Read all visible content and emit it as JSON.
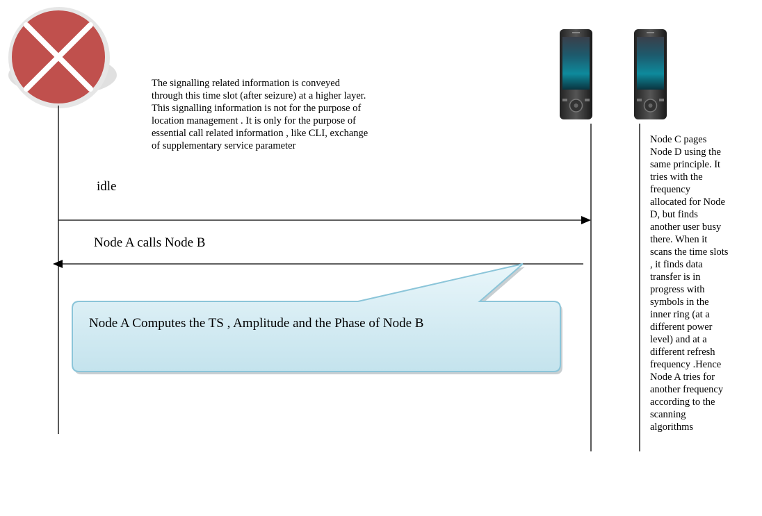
{
  "diagram": {
    "top_note": "The signalling related information is conveyed\nthrough this time slot (after seizure) at a higher layer.\nThis signalling information is not for the purpose of\nlocation management . It is only for the purpose of\nessential call related information , like CLI, exchange\nof supplementary service parameter",
    "idle_label": "idle",
    "call_label": "Node A calls Node B",
    "callout_label": "Node A Computes the TS , Amplitude and the Phase of Node B",
    "side_note": "Node C pages\nNode D using the\nsame principle. It\ntries with the\nfrequency\nallocated for Node\nD, but finds\nanother user busy\nthere. When it\nscans the time slots\n, it finds data\ntransfer is in\nprogress  with\nsymbols in the\ninner ring (at a\ndifferent power\nlevel) and at a\ndifferent refresh\nfrequency .Hence\nNode A tries for\nanother frequency\naccording to the\nscanning\nalgorithms"
  },
  "icons": {
    "node_a": "circle-x-icon",
    "node_b": "mobile-phone-icon",
    "node_c": "mobile-phone-icon"
  },
  "colors": {
    "node_a_fill": "#c0504d",
    "callout_fill": "#d6edf3",
    "callout_stroke": "#8bc5d9"
  }
}
